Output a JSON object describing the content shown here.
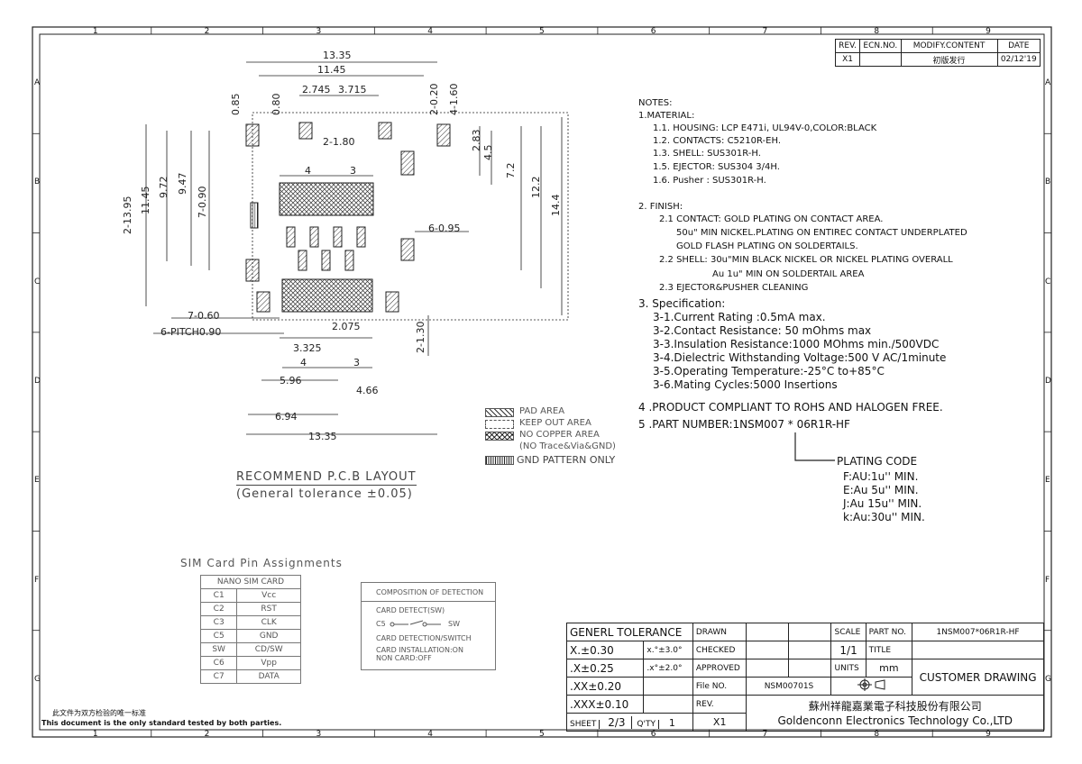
{
  "grid": {
    "cols": [
      "1",
      "2",
      "3",
      "4",
      "5",
      "6",
      "7",
      "8",
      "9"
    ],
    "rows": [
      "A",
      "B",
      "C",
      "D",
      "E",
      "F",
      "G"
    ]
  },
  "revision_table": {
    "headers": [
      "REV.",
      "ECN.NO.",
      "MODIFY.CONTENT",
      "DATE"
    ],
    "row": [
      "X1",
      "",
      "初版发行",
      "02/12'19"
    ]
  },
  "notes": {
    "heading": "NOTES:",
    "material_title": "1.MATERIAL:",
    "material": [
      "1.1. HOUSING: LCP E471i, UL94V-0,COLOR:BLACK",
      "1.2. CONTACTS: C5210R-EH.",
      "1.3. SHELL: SUS301R-H.",
      "1.5. EJECTOR: SUS304 3/4H.",
      "1.6. Pusher : SUS301R-H."
    ],
    "finish_title": "2. FINISH:",
    "finish": [
      "2.1 CONTACT: GOLD PLATING ON CONTACT AREA.",
      "50u\" MIN NICKEL.PLATING ON ENTIREC CONTACT UNDERPLATED",
      "GOLD FLASH PLATING ON SOLDERTAILS.",
      "2.2 SHELL: 30u\"MIN BLACK NICKEL OR NICKEL PLATING OVERALL",
      "Au 1u\" MIN ON SOLDERTAIL AREA",
      "2.3 EJECTOR&PUSHER   CLEANING"
    ],
    "spec_title": "3. Specification:",
    "spec": [
      "3-1.Current Rating :0.5mA max.",
      "3-2.Contact Resistance: 50 mOhms max",
      "3-3.Insulation Resistance:1000 MOhms min./500VDC",
      "3-4.Dielectric Withstanding Voltage:500 V AC/1minute",
      "3-5.Operating Temperature:-25°C to+85°C",
      "3-6.Mating Cycles:5000 Insertions"
    ],
    "rohs": "4 .PRODUCT COMPLIANT TO ROHS AND HALOGEN FREE.",
    "part_number": "5 .PART NUMBER:1NSM007 * 06R1R-HF",
    "plating_code_title": "PLATING CODE",
    "plating_codes": [
      "F:AU:1u''  MIN.",
      "E:Au  5u''  MIN.",
      "J:Au  15u''  MIN.",
      "k:Au:30u''  MIN."
    ]
  },
  "legend": [
    "PAD AREA",
    "KEEP OUT AREA",
    "NO COPPER AREA",
    "(NO Trace&Via&GND)",
    "GND PATTERN ONLY"
  ],
  "layout_title": "RECOMMEND P.C.B LAYOUT",
  "layout_subtitle": "(General tolerance  ±0.05)",
  "dimensions": {
    "top_1335": "13.35",
    "top_1145": "11.45",
    "d2745": "2.745",
    "d3715": "3.715",
    "d085": "0.85",
    "d080": "0.80",
    "d2_020": "2-0.20",
    "d4_160": "4-1.60",
    "d2_180": "2-1.80",
    "d283": "2.83",
    "d45": "4.5",
    "d72": "7.2",
    "d122": "12.2",
    "d144": "14.4",
    "d4": "4",
    "d3": "3",
    "d2_1395": "2-13.95",
    "d1145v": "11.45",
    "d972": "9.72",
    "d947": "9.47",
    "d7_090": "7-0.90",
    "d6_095": "6-0.95",
    "d7_060": "7-0.60",
    "d6_pitch": "6-PITCH0.90",
    "d2075": "2.075",
    "d2_130": "2-1.30",
    "d3325": "3.325",
    "d4b": "4",
    "d3b": "3",
    "d596": "5.96",
    "d466": "4.66",
    "d694": "6.94",
    "bottom_1335": "13.35"
  },
  "pin_table": {
    "title": "SIM Card Pin Assignments",
    "header": "NANO SIM CARD",
    "rows": [
      [
        "C1",
        "Vcc"
      ],
      [
        "C2",
        "RST"
      ],
      [
        "C3",
        "CLK"
      ],
      [
        "C5",
        "GND"
      ],
      [
        "SW",
        "CD/SW"
      ],
      [
        "C6",
        "Vpp"
      ],
      [
        "C7",
        "DATA"
      ]
    ]
  },
  "detection": {
    "title": "COMPOSITION OF DETECTION",
    "line1": "CARD DETECT(SW)",
    "c5": "C5",
    "sw": "SW",
    "line2": "CARD DETECTION/SWITCH",
    "line3": "CARD INSTALLATION:ON",
    "line4": "NON CARD:OFF"
  },
  "footer_note": {
    "cn": "此文件为双方检验的唯一标准",
    "en": "This document is the only standard tested by both parties."
  },
  "title_block": {
    "general_tolerance": "GENERL TOLERANCE",
    "tol_x": "X.±0.30",
    "tol_ang1": "x.°±3.0°",
    "tol_xx": ".X±0.25",
    "tol_ang2": ".x°±2.0°",
    "tol_xxx": ".XX±0.20",
    "tol_xxxx": ".XXX±0.10",
    "drawn": "DRAWN",
    "checked": "CHECKED",
    "approved": "APPROVED",
    "file_no_label": "File NO.",
    "file_no": "NSM00701S",
    "rev_label": "REV.",
    "rev": "X1",
    "sheet_label": "SHEET",
    "sheet": "2/3",
    "qty_label": "Q'TY",
    "qty": "1",
    "scale_label": "SCALE",
    "scale": "1/1",
    "part_no_label": "PART NO.",
    "part_no": "1NSM007*06R1R-HF",
    "title_label": "TITLE",
    "units_label": "UNITS",
    "units": "mm",
    "drawing_title": "CUSTOMER DRAWING",
    "company_cn": "蘇州祥龍嘉業電子科技股份有限公司",
    "company_en": "Goldenconn Electronics Technology Co.,LTD"
  }
}
